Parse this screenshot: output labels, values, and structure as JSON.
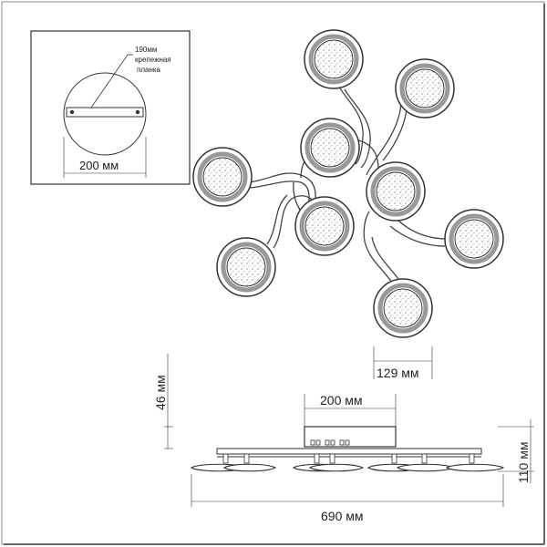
{
  "inset": {
    "bracket_label_1": "190мм",
    "bracket_label_2": "крепежная",
    "bracket_label_3": "планка",
    "base_diameter": "200 мм"
  },
  "plan": {
    "shade_diameter": "129 мм"
  },
  "side": {
    "base_width": "200 мм",
    "base_height": "46 мм",
    "total_height": "110 мм",
    "total_width": "690 мм"
  }
}
